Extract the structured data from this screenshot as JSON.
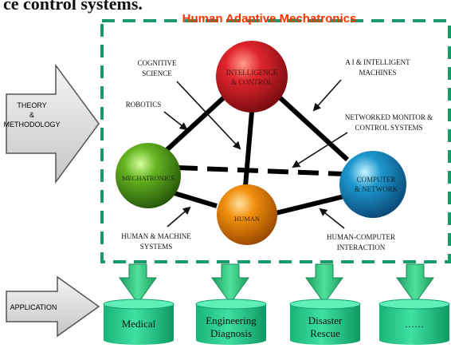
{
  "header_fragment": "ce control systems.",
  "title": "Human Adaptive Mechatronics",
  "left_labels": {
    "theory": [
      "THEORY",
      "&",
      "METHODOLOGY"
    ],
    "application": "APPLICATION"
  },
  "nodes": {
    "intelligence": [
      "INTELLIGENCE",
      "& CONTROL"
    ],
    "mechatronics": "MECHATRONICS",
    "human": "HUMAN",
    "computer": [
      "COMPUTER",
      "& NETWORK"
    ]
  },
  "annotations": {
    "cognitive": [
      "COGNITIVE",
      "SCIENCE"
    ],
    "robotics": "ROBOTICS",
    "ai": [
      "A I & INTELLIGENT",
      "MACHINES"
    ],
    "networked": [
      "NETWORKED MONITOR &",
      "CONTROL SYSTEMS"
    ],
    "human_machine": [
      "HUMAN & MACHINE",
      "SYSTEMS"
    ],
    "human_computer": [
      "HUMAN-COMPUTER",
      "INTERACTION"
    ]
  },
  "applications": [
    "Medical",
    [
      "Engineering",
      "Diagnosis"
    ],
    [
      "Disaster",
      "Rescue"
    ],
    "……"
  ],
  "colors": {
    "title": "#ff3300",
    "dashed_border": "#1a9a6a",
    "cylinder": "#22c98a",
    "cylinder_dark": "#0f9e68",
    "down_arrow": "#2fbf7c",
    "big_arrow": "#d8d8d8",
    "node_intelligence": "#d8222a",
    "node_mechatronics": "#5cae22",
    "node_human": "#f28c14",
    "node_computer": "#1c8fc9"
  }
}
